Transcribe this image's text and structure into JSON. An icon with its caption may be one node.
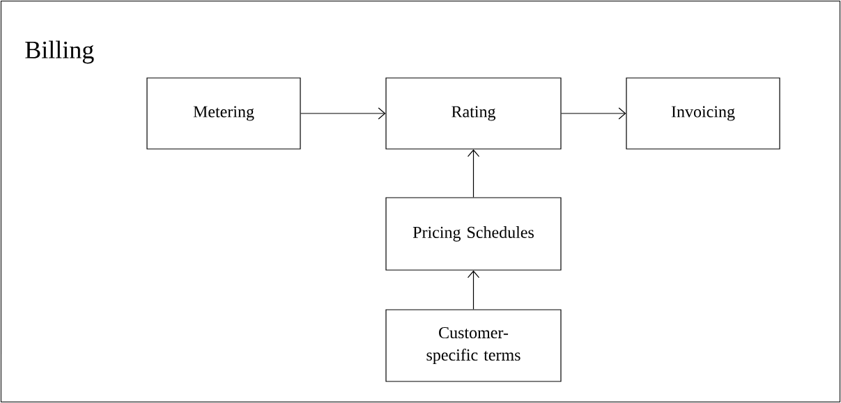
{
  "diagram": {
    "nodes": [
      {
        "text": [
          "Billing"
        ]
      },
      {
        "text": [
          "Metering"
        ],
        "in": 0
      },
      {
        "text": [
          "Rating"
        ],
        "in": 0
      },
      {
        "text": [
          "Invoicing"
        ],
        "in": 0
      },
      {
        "text": [
          "Pricing Schedules"
        ],
        "in": 0
      },
      {
        "text": [
          "Customer-specific terms"
        ],
        "in": 0
      }
    ],
    "edges": [
      {
        "from": 1,
        "to": 2,
        "arrow": "to"
      },
      {
        "from": 2,
        "to": 3,
        "arrow": "to"
      },
      {
        "from": 4,
        "to": 2,
        "arrow": "to"
      },
      {
        "from": 5,
        "to": 4,
        "arrow": "to"
      }
    ]
  }
}
